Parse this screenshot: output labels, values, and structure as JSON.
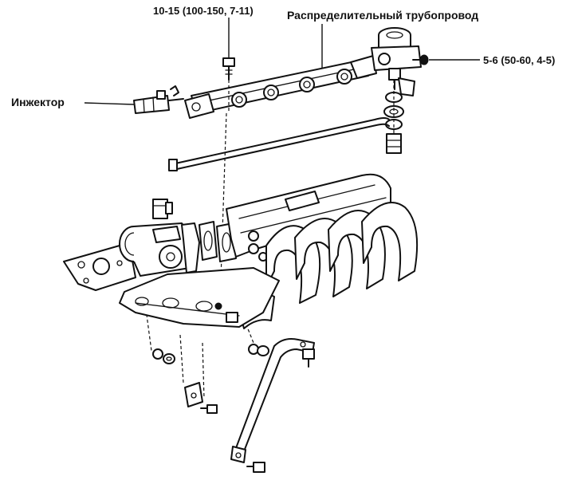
{
  "labels": {
    "top_torque": "10-15 (100-150, 7-11)",
    "fuel_rail": "Распределительный трубопровод",
    "injector": "Инжектор",
    "side_torque": "5-6 (50-60, 4-5)"
  }
}
